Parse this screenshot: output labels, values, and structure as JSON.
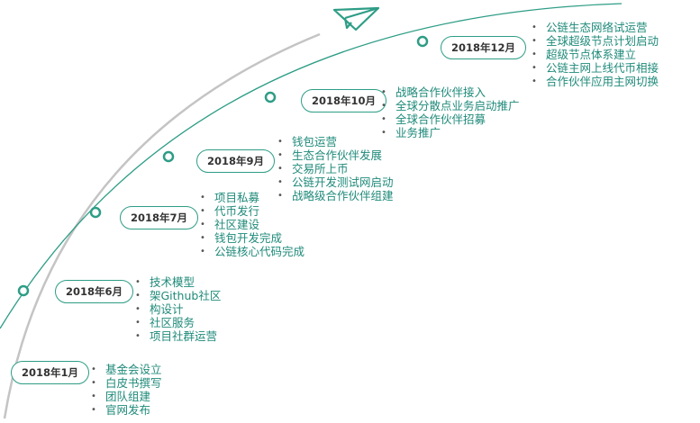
{
  "colors": {
    "accent": "#2e9d86",
    "text": "#1f8a7a",
    "gray_curve": "#bfbfbf"
  },
  "icons": {
    "top": "paper-plane-icon"
  },
  "milestones": [
    {
      "label": "2018年1月",
      "items": [
        "基金会设立",
        "白皮书撰写",
        "团队组建",
        "官网发布"
      ]
    },
    {
      "label": "2018年6月",
      "items": [
        "技术模型",
        "架Github社区",
        "构设计",
        "社区服务",
        "项目社群运营"
      ]
    },
    {
      "label": "2018年7月",
      "items": [
        "项目私募",
        "代币发行",
        "社区建设",
        "钱包开发完成",
        "公链核心代码完成"
      ]
    },
    {
      "label": "2018年9月",
      "items": [
        "钱包运营",
        "生态合作伙伴发展",
        "交易所上币",
        "公链开发测试网启动",
        "战略级合作伙伴组建"
      ]
    },
    {
      "label": "2018年10月",
      "items": [
        "战略合作伙伴接入",
        "全球分散点业务启动推广",
        "全球合作伙伴招募",
        "业务推广"
      ]
    },
    {
      "label": "2018年12月",
      "items": [
        "公链生态网络试运营",
        "全球超级节点计划启动",
        "超级节点体系建立",
        "公链主网上线代币相接",
        "合作伙伴应用主网切换"
      ]
    }
  ]
}
